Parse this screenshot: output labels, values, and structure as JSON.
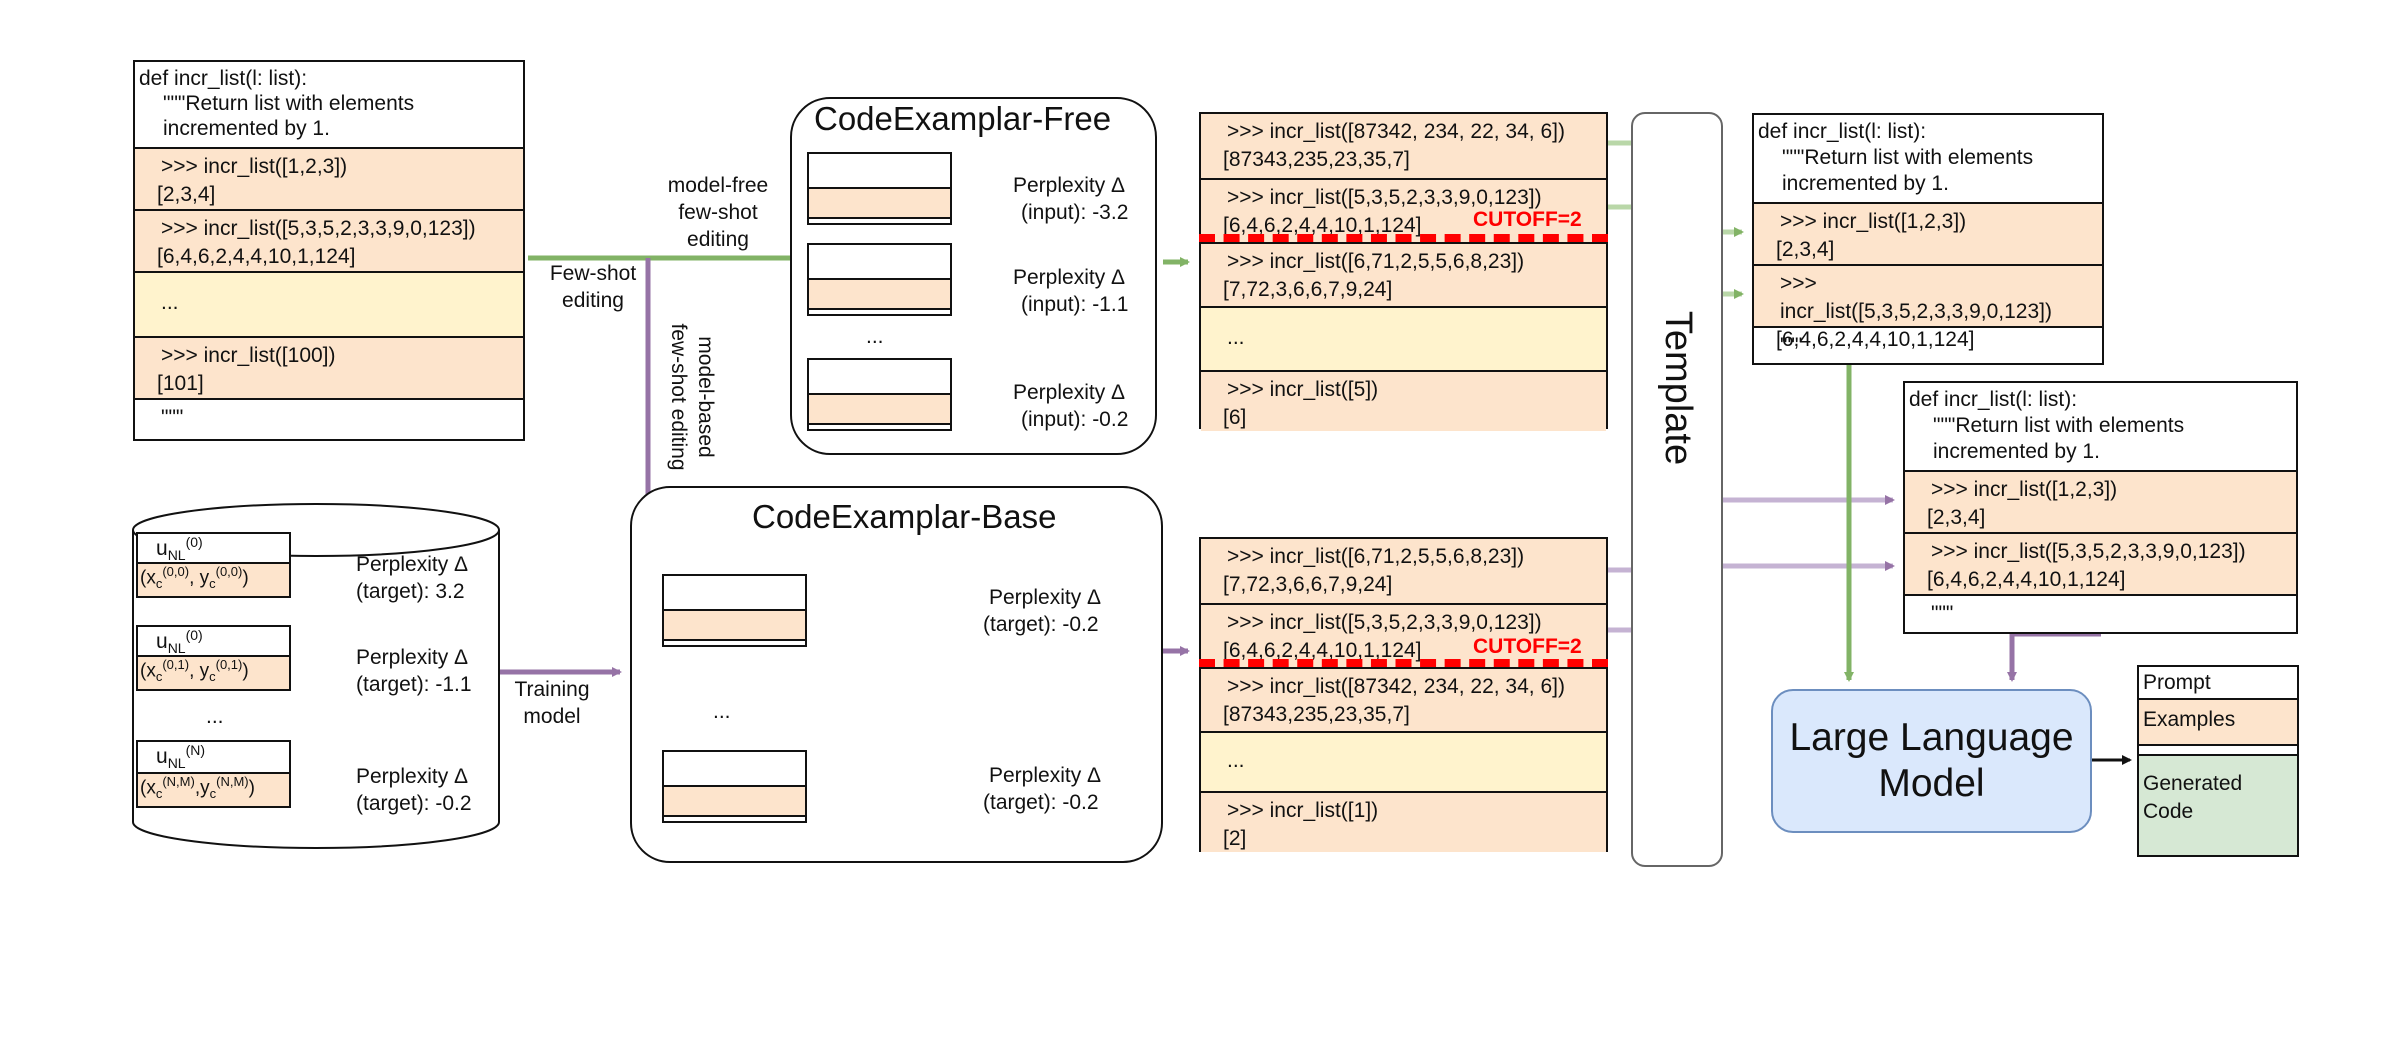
{
  "original_fn": {
    "header": [
      "def incr_list(l: list):",
      "\"\"\"Return list with elements",
      "incremented by 1."
    ],
    "examples": [
      {
        "call": ">>> incr_list([1,2,3])",
        "result": "[2,3,4]"
      },
      {
        "call": ">>> incr_list([5,3,5,2,3,3,9,0,123])",
        "result": "[6,4,6,2,4,4,10,1,124]"
      },
      {
        "call": "...",
        "result": ""
      },
      {
        "call": ">>> incr_list([100])",
        "result": "[101]"
      }
    ],
    "footer": "\"\"\""
  },
  "labels": {
    "few_shot": [
      "Few-shot",
      "editing"
    ],
    "model_free": [
      "model-free",
      "few-shot",
      "editing"
    ],
    "model_based": [
      "model-based",
      "few-shot editing"
    ],
    "training": [
      "Training",
      "model"
    ],
    "template": "Template",
    "cutoff": "CUTOFF=2"
  },
  "free": {
    "title": "CodeExamplar-Free",
    "items": [
      {
        "l1": "Perplexity Δ",
        "l2": "(input): -3.2"
      },
      {
        "l1": "Perplexity Δ",
        "l2": "(input): -1.1"
      },
      {
        "l1": "Perplexity Δ",
        "l2": "(input): -0.2"
      }
    ],
    "ellipsis": "..."
  },
  "base": {
    "title": "CodeExamplar-Base",
    "items": [
      {
        "l1": "Perplexity Δ",
        "l2": "(target): -0.2"
      },
      {
        "l1": "Perplexity Δ",
        "l2": "(target): -0.2"
      }
    ],
    "ellipsis": "..."
  },
  "dataset": {
    "items": [
      {
        "u": "u",
        "sub": "NL",
        "sup": "(0)",
        "x": "(x",
        "xs": "c",
        "xsup": "(0,0)",
        "y": ", y",
        "ys": "c",
        "ysup": "(0,0)",
        "l1": "Perplexity Δ",
        "l2": "(target): 3.2"
      },
      {
        "u": "u",
        "sub": "NL",
        "sup": "(0)",
        "x": "(x",
        "xs": "c",
        "xsup": "(0,1)",
        "y": ", y",
        "ys": "c",
        "ysup": "(0,1)",
        "l1": "Perplexity Δ",
        "l2": "(target): -1.1"
      },
      {
        "u": "u",
        "sub": "NL",
        "sup": "(N)",
        "x": "(x",
        "xs": "c",
        "xsup": "(N,M)",
        "y": ",y",
        "ys": "c",
        "ysup": "(N,M)",
        "l1": "Perplexity Δ",
        "l2": "(target): -0.2"
      }
    ],
    "ellipsis": "..."
  },
  "ranked_free": [
    {
      "call": ">>> incr_list([87342, 234, 22, 34, 6])",
      "result": "[87343,235,23,35,7]"
    },
    {
      "call": ">>> incr_list([5,3,5,2,3,3,9,0,123])",
      "result": "[6,4,6,2,4,4,10,1,124]"
    },
    {
      "call": ">>> incr_list([6,71,2,5,5,6,8,23])",
      "result": "[7,72,3,6,6,7,9,24]"
    },
    {
      "call": "...",
      "result": ""
    },
    {
      "call": ">>> incr_list([5])",
      "result": "[6]"
    }
  ],
  "ranked_base": [
    {
      "call": ">>> incr_list([6,71,2,5,5,6,8,23])",
      "result": "[7,72,3,6,6,7,9,24]"
    },
    {
      "call": ">>> incr_list([5,3,5,2,3,3,9,0,123])",
      "result": "[6,4,6,2,4,4,10,1,124]"
    },
    {
      "call": ">>> incr_list([87342, 234, 22, 34, 6])",
      "result": "[87343,235,23,35,7]"
    },
    {
      "call": "...",
      "result": ""
    },
    {
      "call": ">>> incr_list([1])",
      "result": "[2]"
    }
  ],
  "prompt_fn": {
    "header": [
      "def incr_list(l: list):",
      "\"\"\"Return list with elements",
      "incremented by 1."
    ],
    "examples": [
      {
        "call": ">>> incr_list([1,2,3])",
        "result": "[2,3,4]"
      },
      {
        "call": ">>> incr_list([5,3,5,2,3,3,9,0,123])",
        "result": "[6,4,6,2,4,4,10,1,124]"
      }
    ],
    "footer": "\"\"\""
  },
  "llm": {
    "line1": "Large Language",
    "line2": "Model"
  },
  "output": {
    "prompt": "Prompt",
    "examples": "Examples",
    "generated1": "Generated",
    "generated2": "Code"
  },
  "colors": {
    "green": "#82b366",
    "purple": "#9673a6",
    "light_green": "#b9d7a8",
    "light_purple": "#c5b3d3",
    "orange_fill": "#fde4cc",
    "yellow_fill": "#fff3cd",
    "blue_fill": "#dae8fc",
    "green_fill": "#d6e8d4"
  }
}
